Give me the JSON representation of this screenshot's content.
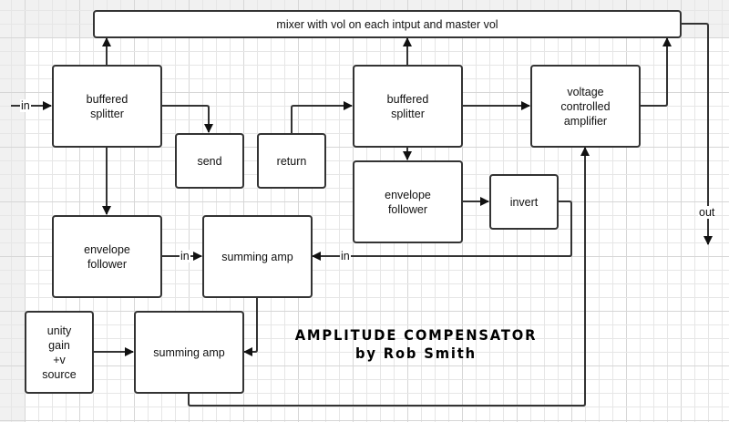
{
  "diagram": {
    "title_line1": "AMPLITUDE COMPENSATOR",
    "title_line2": "by Rob Smith",
    "colors": {
      "stroke": "#333333",
      "grid_minor": "#e6e6e6",
      "grid_major": "#d6d6d6",
      "margin_bg": "#f1f1f1"
    },
    "blocks": {
      "mixer": "mixer with vol on each intput and master vol",
      "splitter1": "buffered\nsplitter",
      "send": "send",
      "return": "return",
      "splitter2": "buffered\nsplitter",
      "vca": "voltage\ncontrolled\namplifier",
      "envelope2": "envelope\nfollower",
      "invert": "invert",
      "envelope1": "envelope\nfollower",
      "summing1": "summing amp",
      "unity": "unity\ngain\n+v\nsource",
      "summing2": "summing amp"
    },
    "labels": {
      "input": "in",
      "sum1_in_left": "in",
      "sum1_in_right": "in",
      "output": "out"
    }
  }
}
